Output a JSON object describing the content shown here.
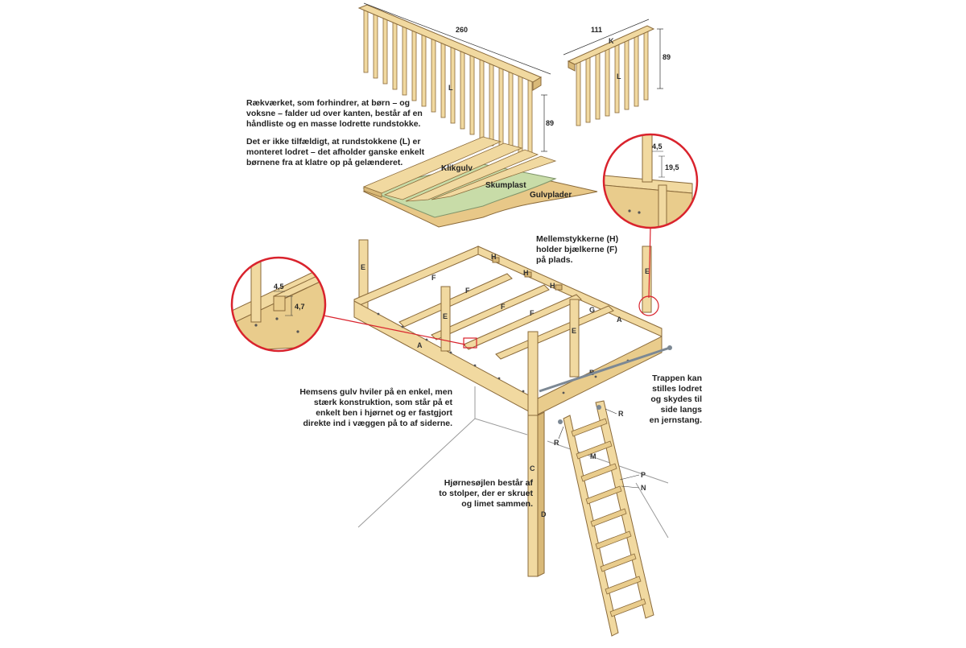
{
  "dimensions": {
    "long_rail_length": "260",
    "long_rail_height": "89",
    "short_rail_length": "111",
    "short_rail_height": "89",
    "baluster_width": "4,5",
    "baluster_gap": "19,5",
    "joist_width": "4,5",
    "joist_height": "4,7"
  },
  "materials": {
    "top": "Klikgulv",
    "middle": "Skumplast",
    "bottom": "Gulvplader"
  },
  "part_labels": {
    "rail_long_L": "L",
    "rail_short_K": "K",
    "rail_short_L": "L",
    "post_E": "E",
    "beam_A": "A",
    "beam_B": "B",
    "beam_C": "C",
    "beam_D": "D",
    "joist_F": "F",
    "spacer_H": "H",
    "beam_G": "G",
    "ladder_R": "R",
    "ladder_M": "M",
    "ladder_P": "P",
    "ladder_N": "N"
  },
  "notes": {
    "railing": [
      "Rækværket, som forhindrer, at børn – og",
      "voksne – falder ud over kanten, består af en",
      "håndliste og en masse lodrette rundstokke."
    ],
    "vertical_bars": [
      "Det er ikke tilfældigt, at rundstokkene (L) er",
      "monteret lodret – det afholder ganske enkelt",
      "børnene fra at klatre op på gelænderet."
    ],
    "spacers": [
      "Mellemstykkerne (H)",
      "holder bjælkerne (F)",
      "på plads."
    ],
    "floor_support": [
      "Hemsens gulv hviler på en enkel, men",
      "stærk konstruktion, som står på et",
      "enkelt ben i hjørnet og er fastgjort",
      "direkte ind i væggen på to af siderne."
    ],
    "ladder": [
      "Trappen kan",
      "stilles lodret",
      "og skydes til",
      "side langs",
      "en jernstang."
    ],
    "corner_post": [
      "Hjørnesøjlen består af",
      "to stolper, der er skruet",
      "og limet sammen."
    ]
  },
  "colors": {
    "wood": "#f1d9a0",
    "wood_dark": "#d9b978",
    "outline": "#8a6a3a",
    "foam": "#c8dca8",
    "board": "#e8c888",
    "callout_ring": "#d9232d"
  }
}
